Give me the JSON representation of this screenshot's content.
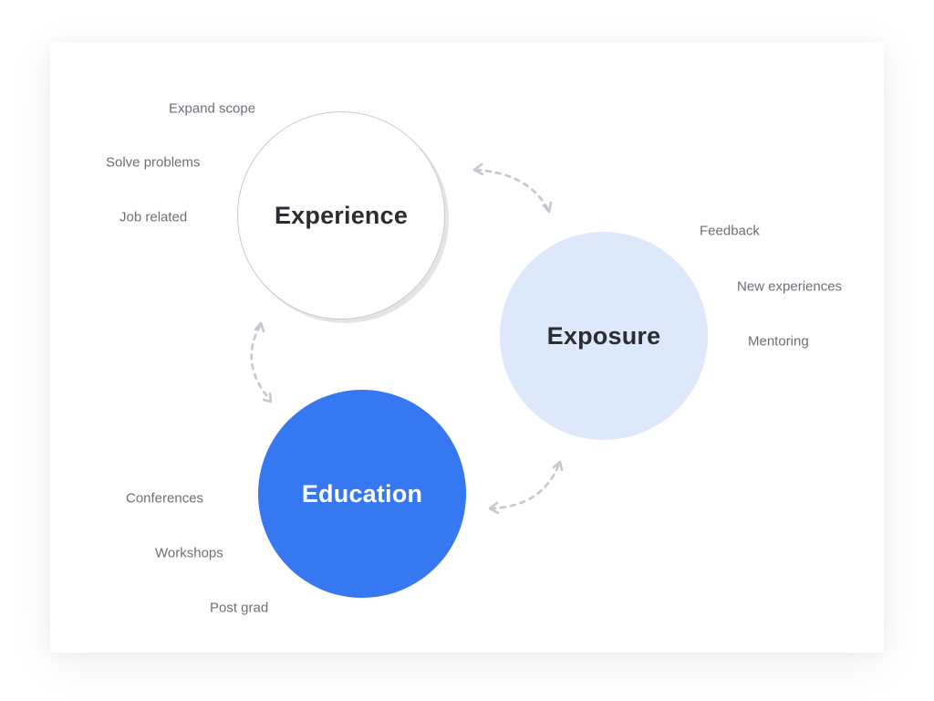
{
  "diagram": {
    "nodes": [
      {
        "id": "experience",
        "label": "Experience",
        "fill": "#ffffff",
        "text_color": "#2b2d33",
        "items": [
          "Expand scope",
          "Solve problems",
          "Job related"
        ]
      },
      {
        "id": "exposure",
        "label": "Exposure",
        "fill": "#dde8fb",
        "text_color": "#2b2d33",
        "items": [
          "Feedback",
          "New experiences",
          "Mentoring"
        ]
      },
      {
        "id": "education",
        "label": "Education",
        "fill": "#3677f2",
        "text_color": "#ffffff",
        "items": [
          "Conferences",
          "Workshops",
          "Post grad"
        ]
      }
    ],
    "connections": [
      {
        "from": "experience",
        "to": "exposure",
        "style": "dashed-bidirectional"
      },
      {
        "from": "experience",
        "to": "education",
        "style": "dashed-bidirectional"
      },
      {
        "from": "education",
        "to": "exposure",
        "style": "dashed-bidirectional"
      }
    ],
    "colors": {
      "arrow": "#c4c8d0",
      "label": "#6c6f78",
      "border": "#c9cacf"
    }
  }
}
